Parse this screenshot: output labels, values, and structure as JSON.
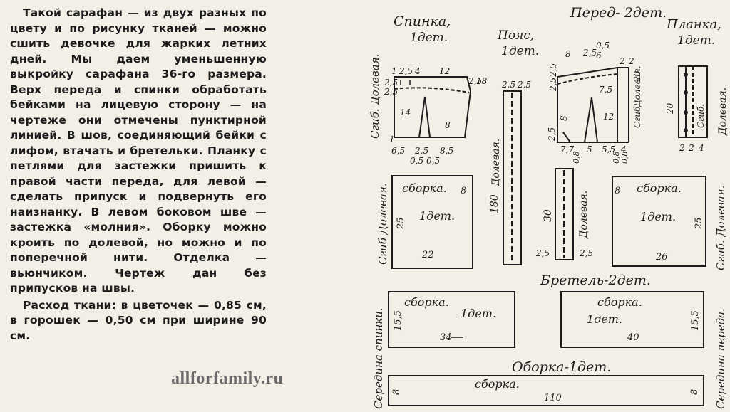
{
  "article": {
    "paragraphs": [
      "Такой сарафан — из двух разных по цвету и по рисунку тканей — можно сшить девочке для жарких летних дней. Мы даем уменьшенную выкройку сарафана 36-го размера. Верх переда и спинки обработать бейками на лицевую сторону — на чертеже они отмечены пунктирной линией. В шов, соединяющий бейки с лифом, втачать и бретельки. Планку с петлями для застежки пришить к правой части переда, для левой — сделать припуск и подвернуть его наизнанку. В левом боковом шве — застежка «молния». Оборку можно кроить по долевой, но можно и по поперечной нити. Отделка — вьюнчиком. Чертеж дан без припусков на швы.",
      "Расход ткани: в цветочек — 0,85 см, в горошек — 0,50 см при ширине 90 см."
    ]
  },
  "watermark": "allforfamily.ru",
  "pattern": {
    "titles": {
      "spinka": "Спинка,",
      "spinka_count": "1дет.",
      "poyas": "Пояс,",
      "poyas_count": "1дет.",
      "pered": "Перед- 2дет.",
      "planka": "Планка,",
      "planka_count": "1дет.",
      "bretel": "Бретель-2дет.",
      "oborka": "Оборка-1дет."
    },
    "labels": {
      "sgib_dolevaya": "Сгиб. Долевая.",
      "sgib": "Сгиб.",
      "dolevaya": "Долевая.",
      "sgib_dolevaya_left": "Сгиб Долевая.",
      "sgib_dolevaya_right": "Сгиб. Долевая.",
      "seredina_spinki": "Середина спинки.",
      "seredina_pereda": "Середина переда.",
      "sborka": "сборка.",
      "one_det": "1дет."
    },
    "spinka_dims": [
      "1",
      "2,5",
      "4",
      "12",
      "2,5",
      "2,5",
      "18",
      "14",
      "8",
      "1",
      "6,5",
      "2,5",
      "8,5",
      "0,5",
      "0,5"
    ],
    "poyas_dims": [
      "2,5",
      "2,5",
      "180"
    ],
    "pered_dims": [
      "8",
      "2,5",
      "6",
      "0,5",
      "2",
      "2",
      "2,5",
      "2,5",
      "7,5",
      "20",
      "8",
      "12",
      "2,5",
      "7,7",
      "5",
      "5,5",
      "4",
      "0,8",
      "0,8",
      "0,8",
      "0,5"
    ],
    "planka_dims": [
      "20",
      "2",
      "2",
      "4"
    ],
    "bretel_dims": [
      "30",
      "2,5",
      "2,5"
    ],
    "skirt_back_dims": [
      "8",
      "25",
      "22"
    ],
    "skirt_front_dims": [
      "8",
      "25",
      "26"
    ],
    "frill_back_dims": [
      "15,5",
      "34"
    ],
    "frill_front_dims": [
      "15,5",
      "40"
    ],
    "frill_long_dims": [
      "8",
      "8",
      "110"
    ]
  }
}
